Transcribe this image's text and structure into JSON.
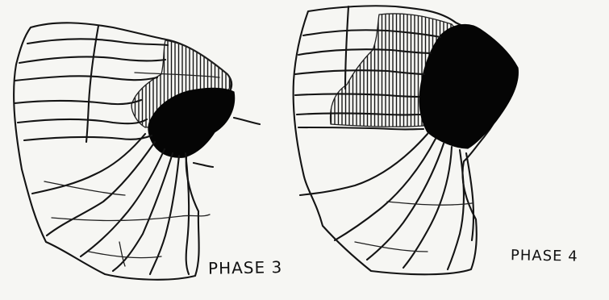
{
  "diagram": {
    "panels": [
      {
        "id": "phase-3",
        "label": "PHASE 3"
      },
      {
        "id": "phase-4",
        "label": "PHASE 4"
      }
    ],
    "colors": {
      "paper": "#f6f6f3",
      "ink": "#141414",
      "dark_zone": "#050505"
    }
  }
}
